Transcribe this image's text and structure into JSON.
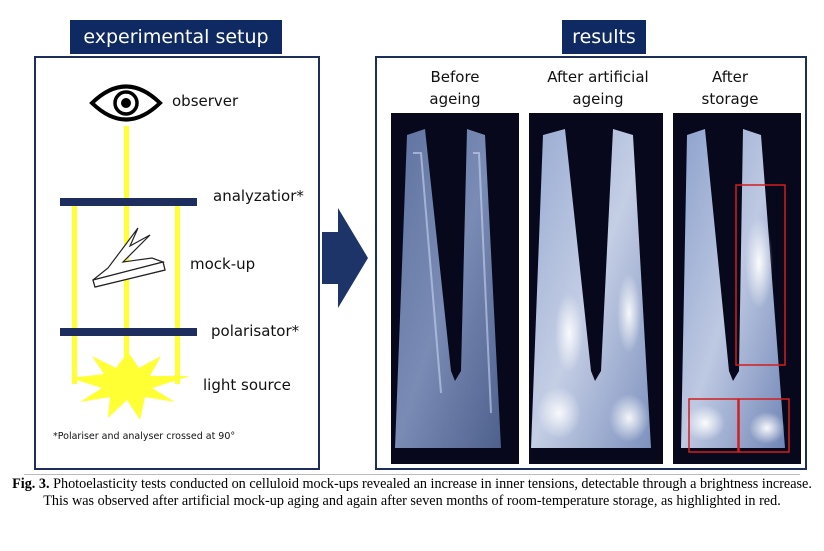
{
  "setup": {
    "header": "experimental setup",
    "observer_label": "observer",
    "analyzer_label": "analyzatior*",
    "mockup_label": "mock-up",
    "polariser_label": "polarisator*",
    "light_label": "light source",
    "footnote": "*Polariser and analyser crossed at 90°"
  },
  "results": {
    "header": "results",
    "stages": [
      {
        "line1": "Before",
        "line2": "ageing"
      },
      {
        "line1": "After artificial",
        "line2": "ageing"
      },
      {
        "line1": "After",
        "line2": "storage"
      }
    ]
  },
  "caption": {
    "label": "Fig. 3.",
    "text": " Photoelasticity tests conducted on celluloid mock-ups revealed an increase in inner tensions, detectable through a brightness increase. This was observed after artificial mock-up aging and again after seven months of room-temperature storage, as highlighted in red."
  },
  "colors": {
    "header_bg": "#0f2a63",
    "beam": "#ffff33",
    "polarizer_bar": "#1c2d5e",
    "highlight": "#d21e1e",
    "photo_bg": "#07081c"
  },
  "icons": [
    "eye-icon",
    "light-burst-icon",
    "arrow-right-icon"
  ]
}
